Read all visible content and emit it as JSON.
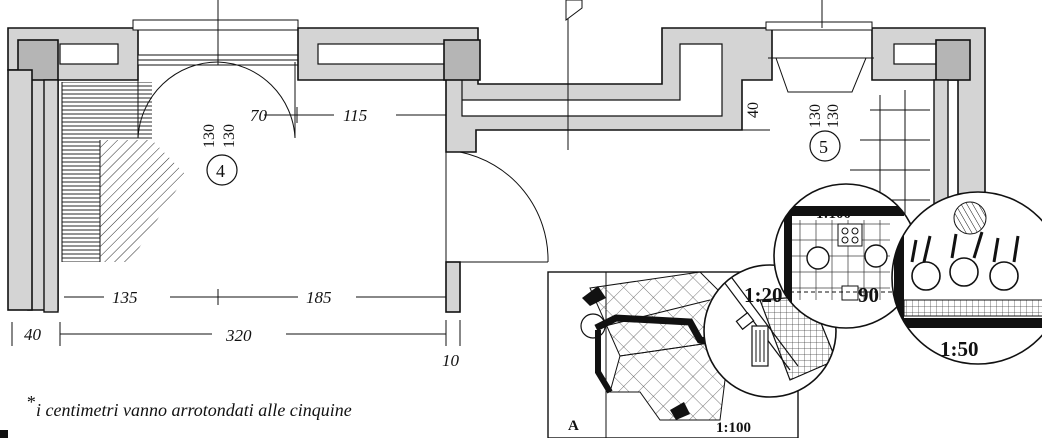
{
  "plan": {
    "dimensions": {
      "d70": "70",
      "d115": "115",
      "d40_right": "40",
      "d130a": "130",
      "d130b": "130",
      "d130c": "130",
      "d130d": "130",
      "d135": "135",
      "d185": "185",
      "d40_left": "40",
      "d320": "320",
      "d10": "10",
      "d90": "90"
    },
    "markers": {
      "m4": "4",
      "m5": "5"
    },
    "scales": {
      "s100_top": "1:100",
      "s20": "1:20",
      "s50": "1:50",
      "s100_bottom": "1:100",
      "section_letter": "A"
    },
    "note": {
      "asterisk": "*",
      "text": "i centimetri vanno arrotondati alle cinquine"
    }
  }
}
